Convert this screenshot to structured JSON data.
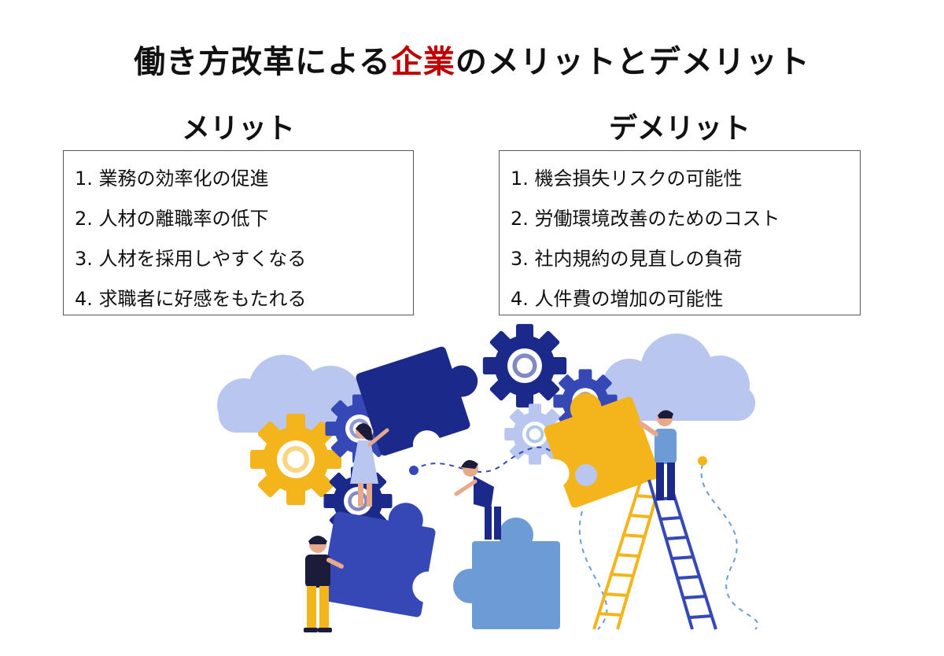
{
  "title": {
    "before": "働き方改革による",
    "highlight": "企業",
    "after": "のメリットとデメリット",
    "highlight_color": "#c00000"
  },
  "merits": {
    "heading": "メリット",
    "items": [
      "1. 業務の効率化の促進",
      "2. 人材の離職率の低下",
      "3. 人材を採用しやすくなる",
      "4. 求職者に好感をもたれる"
    ]
  },
  "demerits": {
    "heading": "デメリット",
    "items": [
      "1. 機会損失リスクの可能性",
      "2. 労働環境改善のためのコスト",
      "3. 社内規約の見直しの負荷",
      "4. 人件費の増加の可能性"
    ]
  },
  "illustration": {
    "subject": "teamwork-puzzle-gears",
    "colors": {
      "navy": "#1b2a8a",
      "blue": "#3548b5",
      "light_blue": "#6d9bd6",
      "cloud": "#b9c6ef",
      "yellow": "#f4b51c"
    }
  }
}
